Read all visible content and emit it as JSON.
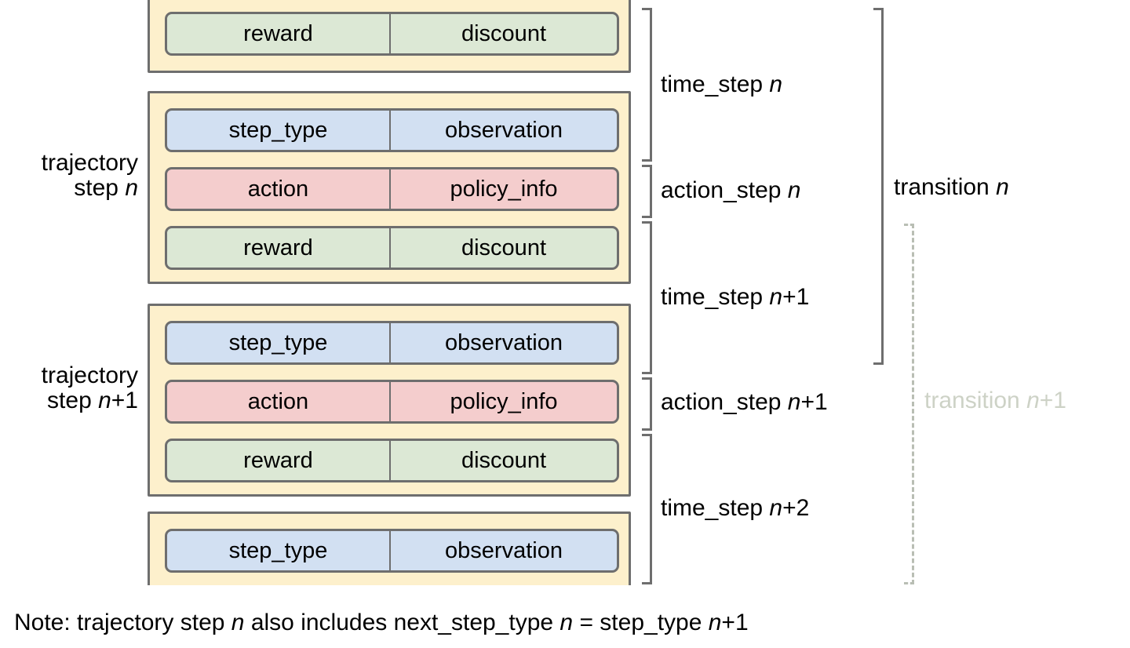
{
  "diagram": {
    "title": "TF-Agents trajectory / time_step / action_step / transition structure",
    "colors": {
      "group_fill": "#fdf0cc",
      "time_step_fill": "#dce8d5",
      "observation_fill": "#d2e0f2",
      "action_fill": "#f4cdcd",
      "stroke": "#6e6e6e",
      "faded": "#cdd2c6"
    },
    "rows": [
      {
        "id": "row-reward-n",
        "kind": "reward",
        "left": "reward",
        "right": "discount"
      },
      {
        "id": "row-steptype-n",
        "kind": "timestep",
        "left": "step_type",
        "right": "observation"
      },
      {
        "id": "row-action-n",
        "kind": "action",
        "left": "action",
        "right": "policy_info"
      },
      {
        "id": "row-reward-n1",
        "kind": "reward",
        "left": "reward",
        "right": "discount"
      },
      {
        "id": "row-steptype-n1",
        "kind": "timestep",
        "left": "step_type",
        "right": "observation"
      },
      {
        "id": "row-action-n1",
        "kind": "action",
        "left": "action",
        "right": "policy_info"
      },
      {
        "id": "row-reward-n2",
        "kind": "reward",
        "left": "reward",
        "right": "discount"
      },
      {
        "id": "row-steptype-n2",
        "kind": "timestep",
        "left": "step_type",
        "right": "observation"
      }
    ],
    "trajectory_labels": [
      {
        "id": "traj-n",
        "line1": "trajectory",
        "line2_text": "step ",
        "line2_var": "n",
        "line2_suffix": ""
      },
      {
        "id": "traj-n1",
        "line1": "trajectory",
        "line2_text": "step ",
        "line2_var": "n",
        "line2_suffix": "+1"
      }
    ],
    "bracket_labels": [
      {
        "id": "time-step-n",
        "text": "time_step ",
        "var": "n",
        "suffix": "",
        "faded": false
      },
      {
        "id": "action-step-n",
        "text": "action_step ",
        "var": "n",
        "suffix": "",
        "faded": false
      },
      {
        "id": "time-step-n1",
        "text": "time_step ",
        "var": "n",
        "suffix": "+1",
        "faded": false
      },
      {
        "id": "action-step-n1",
        "text": "action_step ",
        "var": "n",
        "suffix": "+1",
        "faded": false
      },
      {
        "id": "time-step-n2",
        "text": "time_step ",
        "var": "n",
        "suffix": "+2",
        "faded": false
      },
      {
        "id": "transition-n",
        "text": "transition ",
        "var": "n",
        "suffix": "",
        "faded": false
      },
      {
        "id": "transition-n1",
        "text": "transition ",
        "var": "n",
        "suffix": "+1",
        "faded": true
      }
    ],
    "note": {
      "prefix": "Note: trajectory step ",
      "var1": "n",
      "middle": " also includes next_step_type ",
      "var2": "n",
      "middle2": " = step_type ",
      "var3": "n",
      "suffix": "+1"
    }
  }
}
